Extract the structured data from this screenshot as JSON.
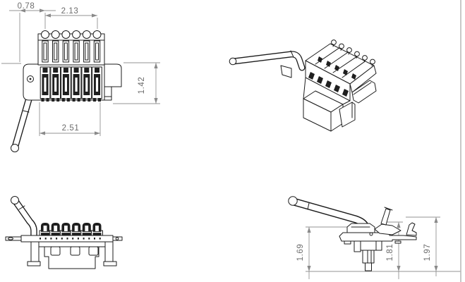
{
  "drawing": {
    "type": "CAD multi-view drawing of a double-locking tremolo bridge",
    "dimensions": {
      "front_view": {
        "offset_width": "0.78",
        "post_spacing": "2.13",
        "plate_height": "1.42",
        "base_width": "2.51"
      },
      "side_view": {
        "height_a": "1.69",
        "height_b": "1.81",
        "height_c": "1.97"
      }
    },
    "colors": {
      "background": "#ffffff",
      "geometry_line": "#1c1c1c",
      "dimension_line": "#939393",
      "dimension_text": "#6b6b6b",
      "sheet_edge": "#b5b5b5"
    }
  }
}
